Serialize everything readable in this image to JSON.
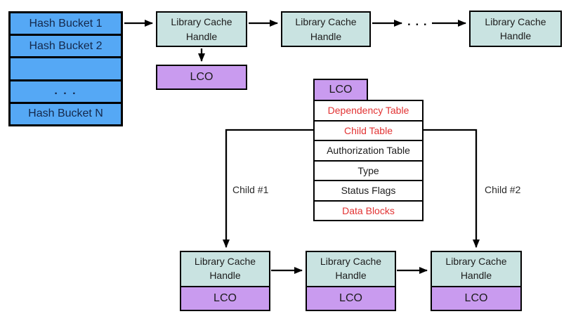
{
  "colors": {
    "bucket_blue": "#55A8F5",
    "handle_teal": "#C9E3E1",
    "lco_purple": "#C99BEF",
    "red_text": "#E23333",
    "line_black": "#000000",
    "background": "#FFFFFF"
  },
  "hash_bucket_table": {
    "rows": [
      "Hash Bucket 1",
      "Hash Bucket 2",
      "",
      ". . .",
      "Hash Bucket N"
    ]
  },
  "handle_label": {
    "line1": "Library Cache",
    "line2": "Handle"
  },
  "lco_label": "LCO",
  "top_chain": {
    "ellipsis": ". . ."
  },
  "lco_structure": {
    "header": "LCO",
    "rows": [
      {
        "label": "Dependency Table",
        "emphasis": "red"
      },
      {
        "label": "Child Table",
        "emphasis": "red"
      },
      {
        "label": "Authorization Table",
        "emphasis": "black"
      },
      {
        "label": "Type",
        "emphasis": "black"
      },
      {
        "label": "Status Flags",
        "emphasis": "black"
      },
      {
        "label": "Data Blocks",
        "emphasis": "red"
      }
    ]
  },
  "connectors": {
    "child1": "Child #1",
    "child2": "Child #2"
  }
}
